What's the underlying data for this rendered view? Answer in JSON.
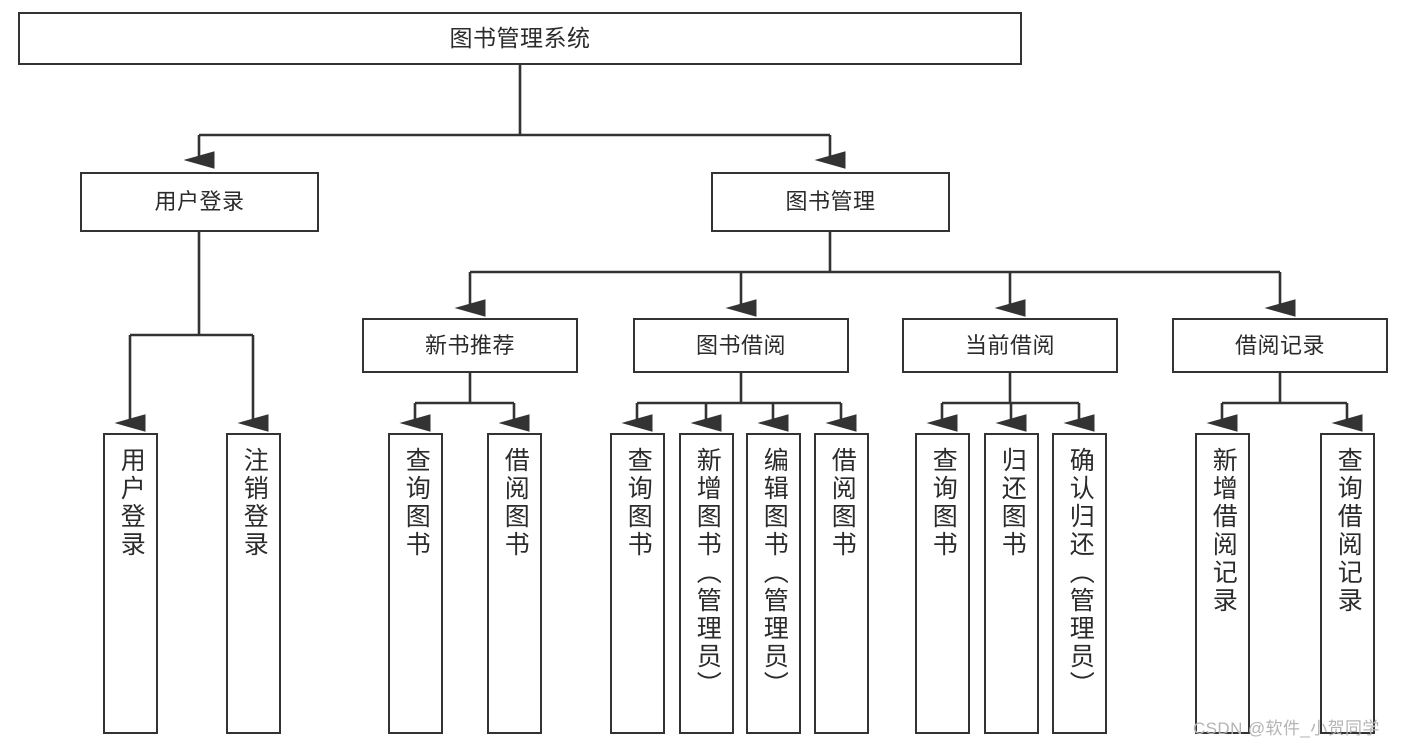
{
  "diagram": {
    "title": "图书管理系统",
    "type": "tree",
    "orientation": "top-down",
    "colors": {
      "box_border": "#333333",
      "box_fill": "#ffffff",
      "edge": "#333333",
      "text": "#2b2b2b",
      "watermark": "#b4b4b4",
      "canvas": "#ffffff"
    },
    "nodes": {
      "root": {
        "label": "图书管理系统"
      },
      "level2": [
        {
          "id": "user-login",
          "label": "用户登录"
        },
        {
          "id": "book-manage",
          "label": "图书管理"
        }
      ],
      "level3": [
        {
          "id": "new-book-recommend",
          "label": "新书推荐"
        },
        {
          "id": "book-borrow",
          "label": "图书借阅"
        },
        {
          "id": "current-borrow",
          "label": "当前借阅"
        },
        {
          "id": "borrow-record",
          "label": "借阅记录"
        }
      ],
      "leaves": [
        {
          "id": "leaf-user-login",
          "label": "用户登录",
          "parent": "user-login"
        },
        {
          "id": "leaf-logout-login",
          "label": "注销登录",
          "parent": "user-login"
        },
        {
          "id": "leaf-query-book-1",
          "label": "查询图书",
          "parent": "new-book-recommend"
        },
        {
          "id": "leaf-borrow-book-1",
          "label": "借阅图书",
          "parent": "new-book-recommend"
        },
        {
          "id": "leaf-query-book-2",
          "label": "查询图书",
          "parent": "book-borrow"
        },
        {
          "id": "leaf-add-book",
          "label": "新增图书（管理员）",
          "parent": "book-borrow"
        },
        {
          "id": "leaf-edit-book",
          "label": "编辑图书（管理员）",
          "parent": "book-borrow"
        },
        {
          "id": "leaf-borrow-book-2",
          "label": "借阅图书",
          "parent": "book-borrow"
        },
        {
          "id": "leaf-query-book-3",
          "label": "查询图书",
          "parent": "current-borrow"
        },
        {
          "id": "leaf-return-book",
          "label": "归还图书",
          "parent": "current-borrow"
        },
        {
          "id": "leaf-confirm-return",
          "label": "确认归还（管理员）",
          "parent": "current-borrow"
        },
        {
          "id": "leaf-add-record",
          "label": "新增借阅记录",
          "parent": "borrow-record"
        },
        {
          "id": "leaf-query-record",
          "label": "查询借阅记录",
          "parent": "borrow-record"
        }
      ]
    }
  },
  "watermark": {
    "text": "CSDN @软件_小贺同学"
  }
}
